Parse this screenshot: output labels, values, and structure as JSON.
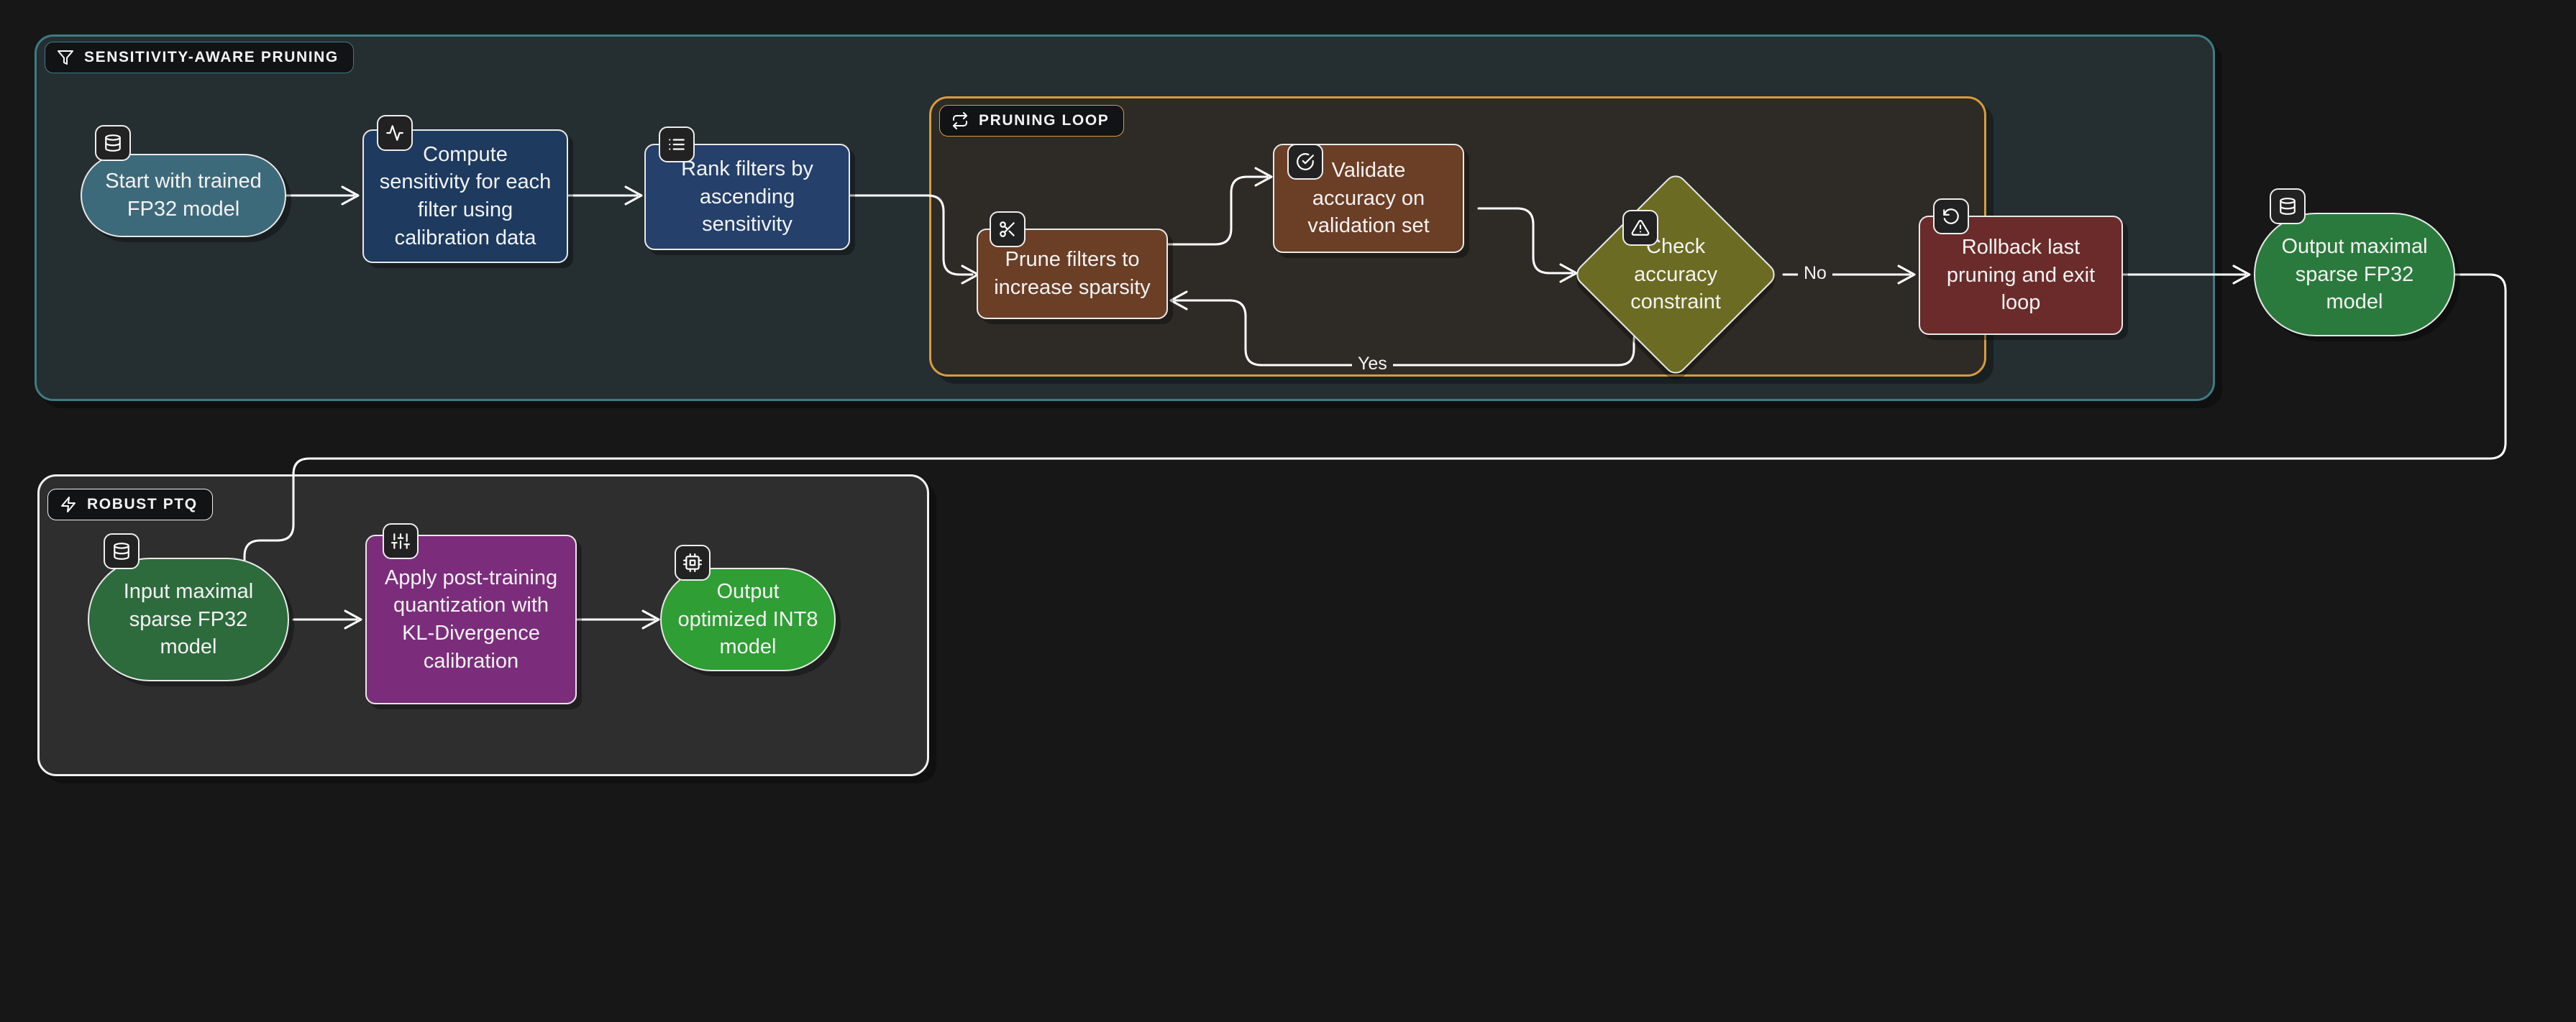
{
  "page": {
    "background": "#171717",
    "title": "Sensitivity-Aware Pruning and Robust PTQ pipeline"
  },
  "groups": [
    {
      "id": "pruning",
      "label": "SENSITIVITY-AWARE PRUNING",
      "icon": "filter-icon",
      "border_color": "#3e7b86",
      "fill": "#252e31"
    },
    {
      "id": "loop",
      "label": "PRUNING LOOP",
      "icon": "repeat-icon",
      "border_color": "#d79c3c",
      "fill": "#2e2b26"
    },
    {
      "id": "ptq",
      "label": "ROBUST PTQ",
      "icon": "zap-icon",
      "border_color": "#f0f0f0",
      "fill": "#2e2e2e"
    }
  ],
  "nodes": [
    {
      "id": "start",
      "text": "Start with trained FP32 model",
      "shape": "stadium",
      "icon": "database-icon",
      "fill": "#3d6a7a"
    },
    {
      "id": "compute",
      "text": "Compute sensitivity for each filter using calibration data",
      "shape": "rect",
      "icon": "activity-icon",
      "fill": "#1e3a5f"
    },
    {
      "id": "rank",
      "text": "Rank filters by ascending sensitivity",
      "shape": "rect",
      "icon": "list-icon",
      "fill": "#24406b"
    },
    {
      "id": "prune",
      "text": "Prune filters to increase sparsity",
      "shape": "rect",
      "icon": "scissors-icon",
      "fill": "#6b3e26"
    },
    {
      "id": "validate",
      "text": "Validate accuracy on validation set",
      "shape": "rect",
      "icon": "check-circle-icon",
      "fill": "#6b3e26"
    },
    {
      "id": "check",
      "text": "Check accuracy constraint",
      "shape": "diamond",
      "icon": "alert-triangle-icon",
      "fill": "#6b6b23"
    },
    {
      "id": "rollback",
      "text": "Rollback last pruning and exit loop",
      "shape": "rect",
      "icon": "undo-icon",
      "fill": "#6b2b2b"
    },
    {
      "id": "outfp32",
      "text": "Output maximal sparse FP32 model",
      "shape": "stadium",
      "icon": "database-icon",
      "fill": "#2b7a3d"
    },
    {
      "id": "infp32",
      "text": "Input maximal sparse FP32 model",
      "shape": "stadium",
      "icon": "database-icon",
      "fill": "#2d6b3d"
    },
    {
      "id": "quantize",
      "text": "Apply post-training quantization with KL-Divergence calibration",
      "shape": "rect",
      "icon": "sliders-icon",
      "fill": "#7b2d7b"
    },
    {
      "id": "outint8",
      "text": "Output optimized INT8 model",
      "shape": "stadium",
      "icon": "cpu-icon",
      "fill": "#2f9e34"
    }
  ],
  "edges": [
    {
      "from": "start",
      "to": "compute",
      "label": ""
    },
    {
      "from": "compute",
      "to": "rank",
      "label": ""
    },
    {
      "from": "rank",
      "to": "prune",
      "label": ""
    },
    {
      "from": "prune",
      "to": "validate",
      "label": ""
    },
    {
      "from": "validate",
      "to": "check",
      "label": ""
    },
    {
      "from": "check",
      "to": "prune",
      "label": "Yes"
    },
    {
      "from": "check",
      "to": "rollback",
      "label": "No"
    },
    {
      "from": "rollback",
      "to": "outfp32",
      "label": ""
    },
    {
      "from": "outfp32",
      "to": "infp32",
      "label": ""
    },
    {
      "from": "infp32",
      "to": "quantize",
      "label": ""
    },
    {
      "from": "quantize",
      "to": "outint8",
      "label": ""
    }
  ],
  "edge_labels": {
    "yes": "Yes",
    "no": "No"
  }
}
